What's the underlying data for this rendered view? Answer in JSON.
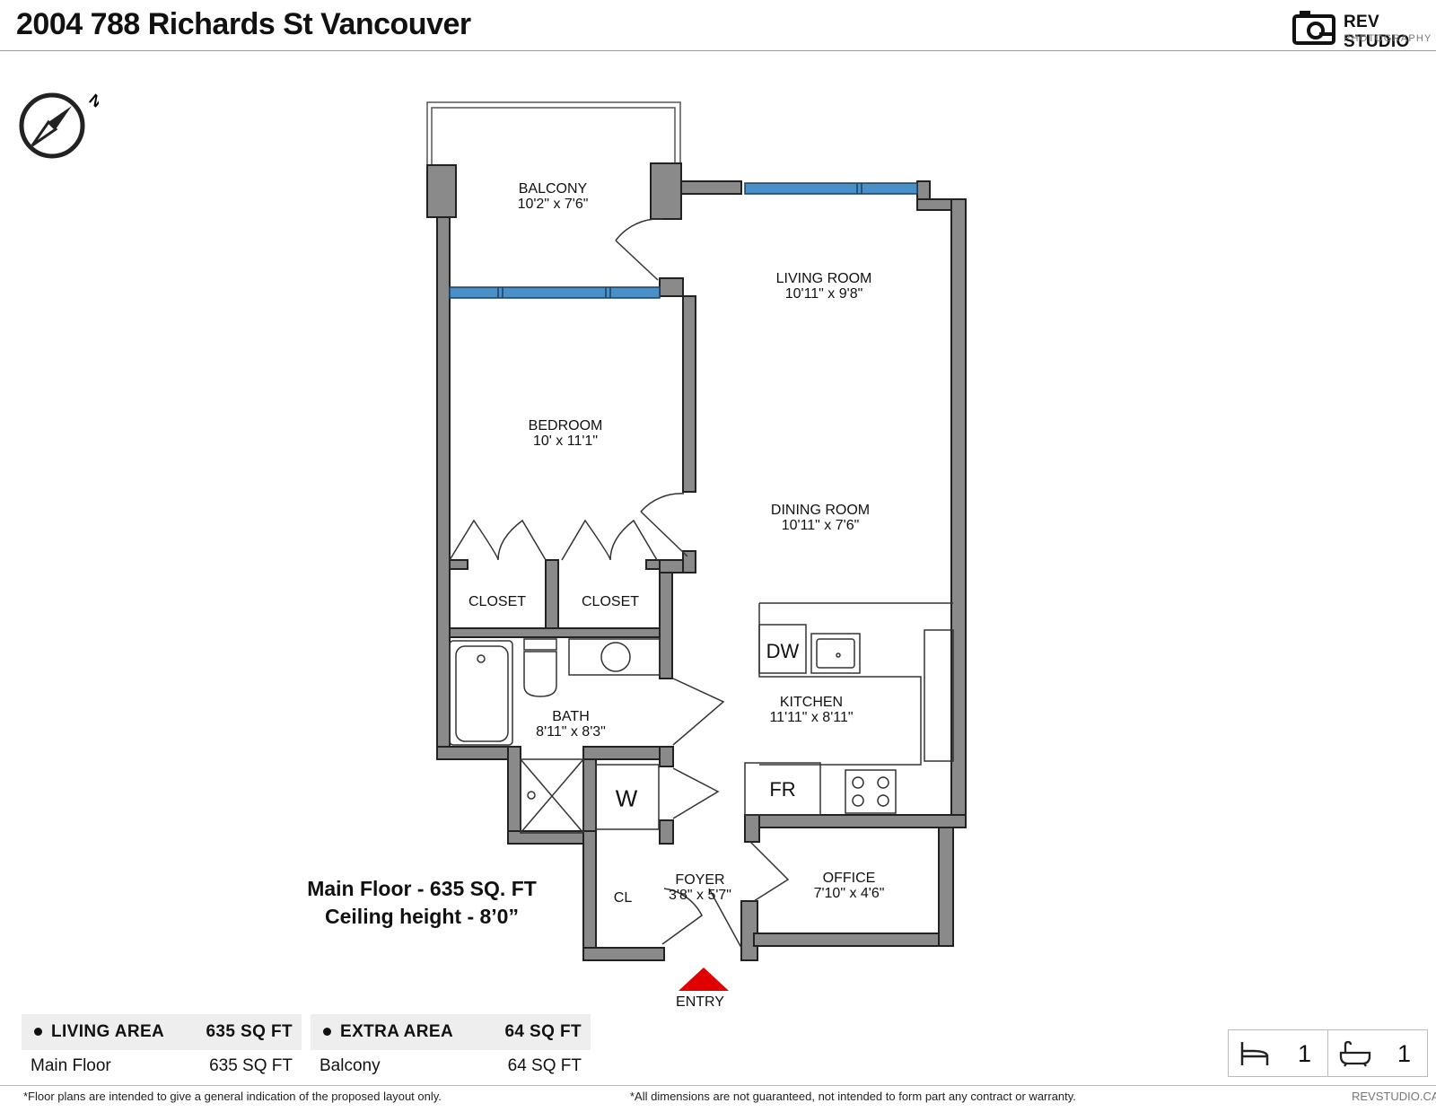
{
  "header": {
    "address": "2004 788 Richards St Vancouver",
    "brand_name": "REV STUDIO",
    "brand_tagline": "PHOTOGRAPHY"
  },
  "compass": {
    "label": "N"
  },
  "rooms": {
    "balcony": {
      "name": "BALCONY",
      "dims": "10'2\" x 7'6\""
    },
    "living": {
      "name": "LIVING ROOM",
      "dims": "10'11\" x 9'8\""
    },
    "bedroom": {
      "name": "BEDROOM",
      "dims": "10' x 11'1\""
    },
    "dining": {
      "name": "DINING ROOM",
      "dims": "10'11\" x 7'6\""
    },
    "closet1": {
      "name": "CLOSET"
    },
    "closet2": {
      "name": "CLOSET"
    },
    "bath": {
      "name": "BATH",
      "dims": "8'11\" x 8'3\""
    },
    "kitchen": {
      "name": "KITCHEN",
      "dims": "11'11\" x 8'11\""
    },
    "foyer": {
      "name": "FOYER",
      "dims": "3'8\" x 5'7\""
    },
    "office": {
      "name": "OFFICE",
      "dims": "7'10\" x 4'6\""
    },
    "cl": {
      "name": "CL"
    }
  },
  "fixtures": {
    "dishwasher": "DW",
    "fridge": "FR",
    "washer": "W"
  },
  "entry_label": "ENTRY",
  "summary": {
    "line1": "Main Floor - 635 SQ. FT",
    "line2": "Ceiling height - 8’0”"
  },
  "areas": {
    "living": {
      "title": "LIVING AREA",
      "total": "635 SQ FT",
      "row_label": "Main Floor",
      "row_value": "635 SQ FT"
    },
    "extra": {
      "title": "EXTRA AREA",
      "total": "64 SQ FT",
      "row_label": "Balcony",
      "row_value": "64 SQ FT"
    }
  },
  "counts": {
    "beds": "1",
    "baths": "1"
  },
  "footer": {
    "left": "*Floor plans are intended to give a general indication of the proposed layout only.",
    "center": "*All dimensions are not guaranteed, not intended to form part any contract or warranty.",
    "right": "REVSTUDIO.CA"
  },
  "colors": {
    "wall": "#888888",
    "window": "#4a90c8",
    "entry_marker": "#e00000"
  }
}
